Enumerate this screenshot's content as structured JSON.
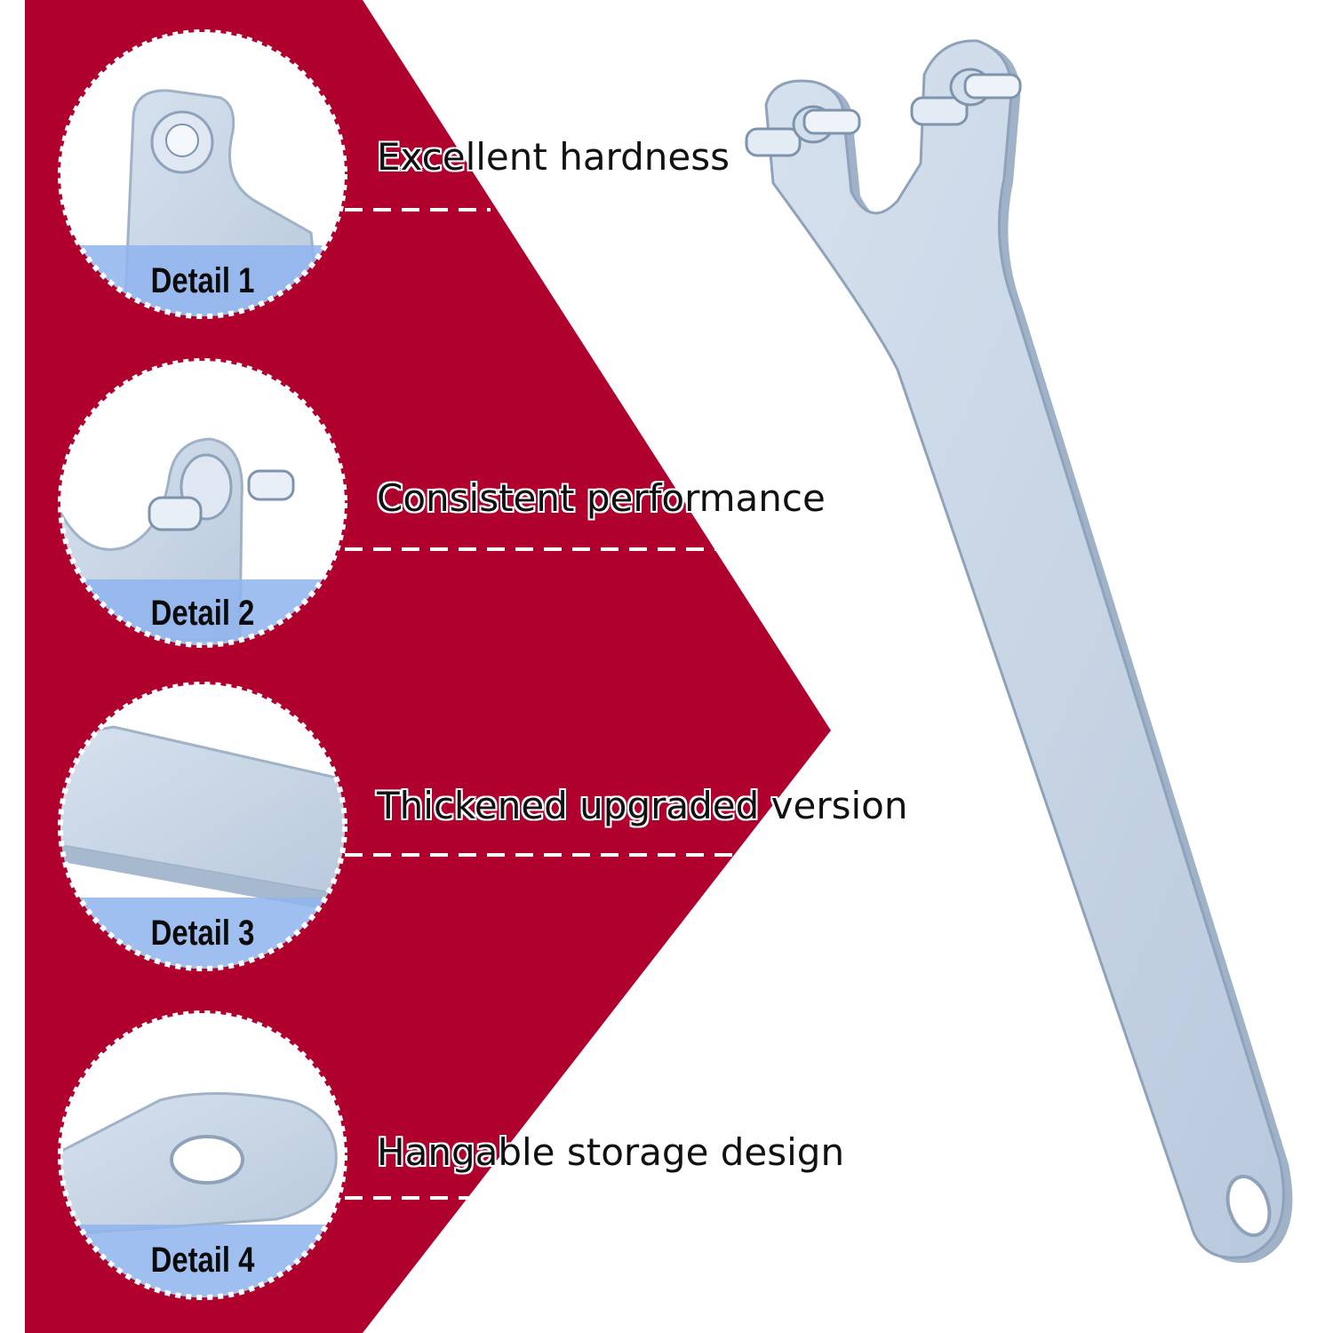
{
  "colors": {
    "background": "#ffffff",
    "banner_red": "#b0002e",
    "label_band_blue": "#8fb4ee",
    "metal": "#c9d7e8",
    "metal_edge": "#9fb2c8"
  },
  "details": [
    {
      "label": "Detail 1",
      "feature": "Excellent hardness",
      "icon": "pin-tip-closeup-icon"
    },
    {
      "label": "Detail 2",
      "feature": "Consistent performance",
      "icon": "pin-side-closeup-icon"
    },
    {
      "label": "Detail 3",
      "feature": "Thickened upgraded version",
      "icon": "bar-edge-closeup-icon"
    },
    {
      "label": "Detail 4",
      "feature": "Hangable storage design",
      "icon": "hang-hole-closeup-icon"
    }
  ],
  "product": {
    "icon": "pin-spanner-wrench-icon"
  }
}
